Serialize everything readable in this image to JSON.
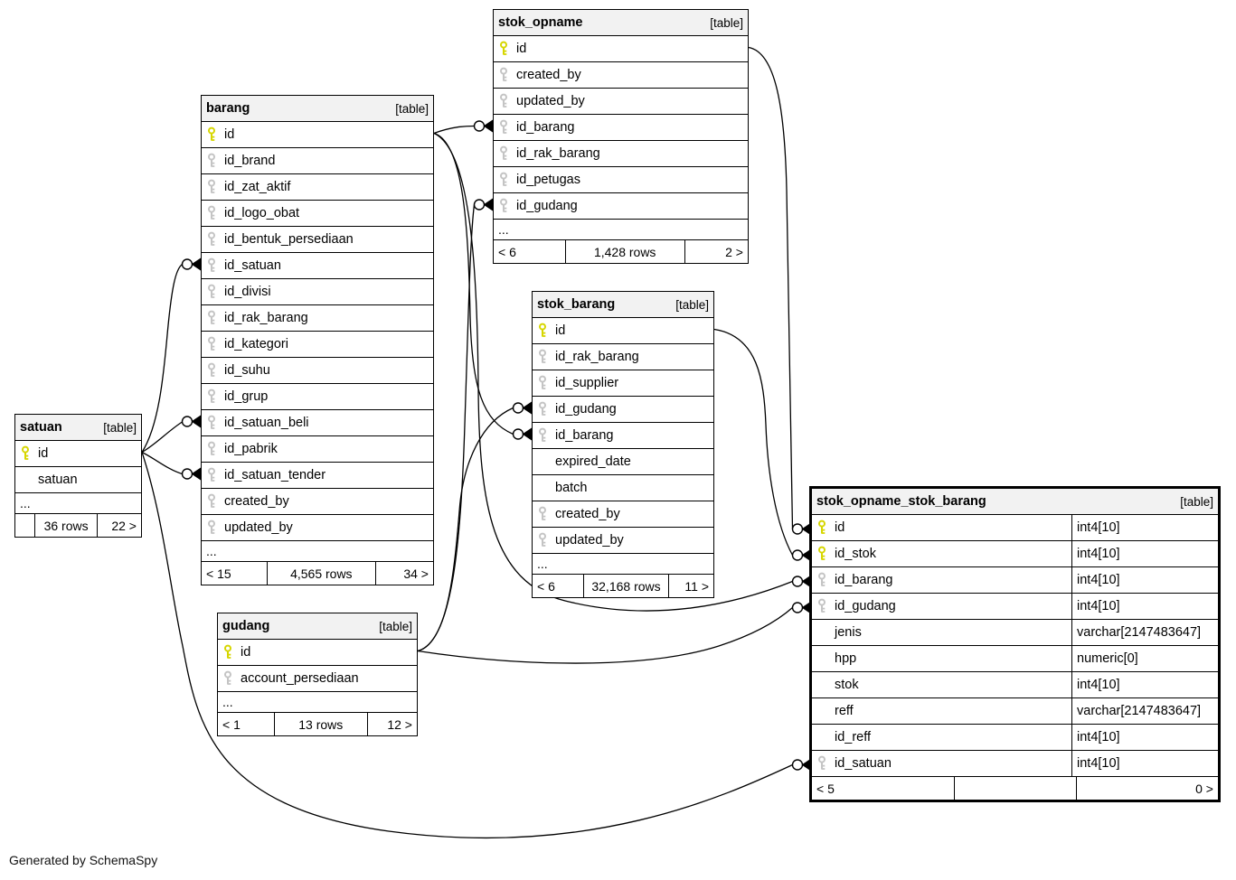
{
  "generator_note": "Generated by SchemaSpy",
  "colors": {
    "primary_key": "#d6d600",
    "foreign_key": "#c4c4c4",
    "header_bg": "#f2f2f2",
    "border": "#000000"
  },
  "tables": [
    {
      "id": "stok_opname",
      "title": "stok_opname",
      "tag": "[table]",
      "columns": [
        {
          "name": "id",
          "key": "pk"
        },
        {
          "name": "created_by",
          "key": "fk"
        },
        {
          "name": "updated_by",
          "key": "fk"
        },
        {
          "name": "id_barang",
          "key": "fk"
        },
        {
          "name": "id_rak_barang",
          "key": "fk"
        },
        {
          "name": "id_petugas",
          "key": "fk"
        },
        {
          "name": "id_gudang",
          "key": "fk"
        }
      ],
      "ellipsis": "...",
      "footer": {
        "left": "< 6",
        "center": "1,428 rows",
        "right": "2 >"
      }
    },
    {
      "id": "barang",
      "title": "barang",
      "tag": "[table]",
      "columns": [
        {
          "name": "id",
          "key": "pk"
        },
        {
          "name": "id_brand",
          "key": "fk"
        },
        {
          "name": "id_zat_aktif",
          "key": "fk"
        },
        {
          "name": "id_logo_obat",
          "key": "fk"
        },
        {
          "name": "id_bentuk_persediaan",
          "key": "fk"
        },
        {
          "name": "id_satuan",
          "key": "fk"
        },
        {
          "name": "id_divisi",
          "key": "fk"
        },
        {
          "name": "id_rak_barang",
          "key": "fk"
        },
        {
          "name": "id_kategori",
          "key": "fk"
        },
        {
          "name": "id_suhu",
          "key": "fk"
        },
        {
          "name": "id_grup",
          "key": "fk"
        },
        {
          "name": "id_satuan_beli",
          "key": "fk"
        },
        {
          "name": "id_pabrik",
          "key": "fk"
        },
        {
          "name": "id_satuan_tender",
          "key": "fk"
        },
        {
          "name": "created_by",
          "key": "fk"
        },
        {
          "name": "updated_by",
          "key": "fk"
        }
      ],
      "ellipsis": "...",
      "footer": {
        "left": "< 15",
        "center": "4,565 rows",
        "right": "34 >"
      }
    },
    {
      "id": "satuan",
      "title": "satuan",
      "tag": "[table]",
      "columns": [
        {
          "name": "id",
          "key": "pk"
        },
        {
          "name": "satuan"
        }
      ],
      "ellipsis": "...",
      "footer": {
        "left": "",
        "center": "36 rows",
        "right": "22 >"
      }
    },
    {
      "id": "stok_barang",
      "title": "stok_barang",
      "tag": "[table]",
      "columns": [
        {
          "name": "id",
          "key": "pk"
        },
        {
          "name": "id_rak_barang",
          "key": "fk"
        },
        {
          "name": "id_supplier",
          "key": "fk"
        },
        {
          "name": "id_gudang",
          "key": "fk"
        },
        {
          "name": "id_barang",
          "key": "fk"
        },
        {
          "name": "expired_date"
        },
        {
          "name": "batch"
        },
        {
          "name": "created_by",
          "key": "fk"
        },
        {
          "name": "updated_by",
          "key": "fk"
        }
      ],
      "ellipsis": "...",
      "footer": {
        "left": "< 6",
        "center": "32,168 rows",
        "right": "11 >"
      }
    },
    {
      "id": "gudang",
      "title": "gudang",
      "tag": "[table]",
      "columns": [
        {
          "name": "id",
          "key": "pk"
        },
        {
          "name": "account_persediaan",
          "key": "fk"
        }
      ],
      "ellipsis": "...",
      "footer": {
        "left": "< 1",
        "center": "13 rows",
        "right": "12 >"
      }
    },
    {
      "id": "stok_opname_stok_barang",
      "title": "stok_opname_stok_barang",
      "tag": "[table]",
      "emphasized": true,
      "columns": [
        {
          "name": "id",
          "key": "pk",
          "type": "int4[10]"
        },
        {
          "name": "id_stok",
          "key": "pk",
          "type": "int4[10]"
        },
        {
          "name": "id_barang",
          "key": "fk",
          "type": "int4[10]"
        },
        {
          "name": "id_gudang",
          "key": "fk",
          "type": "int4[10]"
        },
        {
          "name": "jenis",
          "type": "varchar[2147483647]"
        },
        {
          "name": "hpp",
          "type": "numeric[0]"
        },
        {
          "name": "stok",
          "type": "int4[10]"
        },
        {
          "name": "reff",
          "type": "varchar[2147483647]"
        },
        {
          "name": "id_reff",
          "type": "int4[10]"
        },
        {
          "name": "id_satuan",
          "key": "fk",
          "type": "int4[10]"
        }
      ],
      "footer": {
        "left": "< 5",
        "center": "",
        "right": "0 >"
      }
    }
  ],
  "relationships": [
    {
      "from": "satuan.id",
      "to": "barang.id_satuan"
    },
    {
      "from": "satuan.id",
      "to": "barang.id_satuan_beli"
    },
    {
      "from": "satuan.id",
      "to": "barang.id_satuan_tender"
    },
    {
      "from": "satuan.id",
      "to": "stok_opname_stok_barang.id_satuan"
    },
    {
      "from": "barang.id",
      "to": "stok_opname.id_barang"
    },
    {
      "from": "barang.id",
      "to": "stok_barang.id_barang"
    },
    {
      "from": "barang.id",
      "to": "stok_opname_stok_barang.id_barang"
    },
    {
      "from": "gudang.id",
      "to": "stok_opname.id_gudang"
    },
    {
      "from": "gudang.id",
      "to": "stok_barang.id_gudang"
    },
    {
      "from": "gudang.id",
      "to": "stok_opname_stok_barang.id_gudang"
    },
    {
      "from": "stok_opname.id",
      "to": "stok_opname_stok_barang.id"
    },
    {
      "from": "stok_barang.id",
      "to": "stok_opname_stok_barang.id_stok"
    }
  ]
}
